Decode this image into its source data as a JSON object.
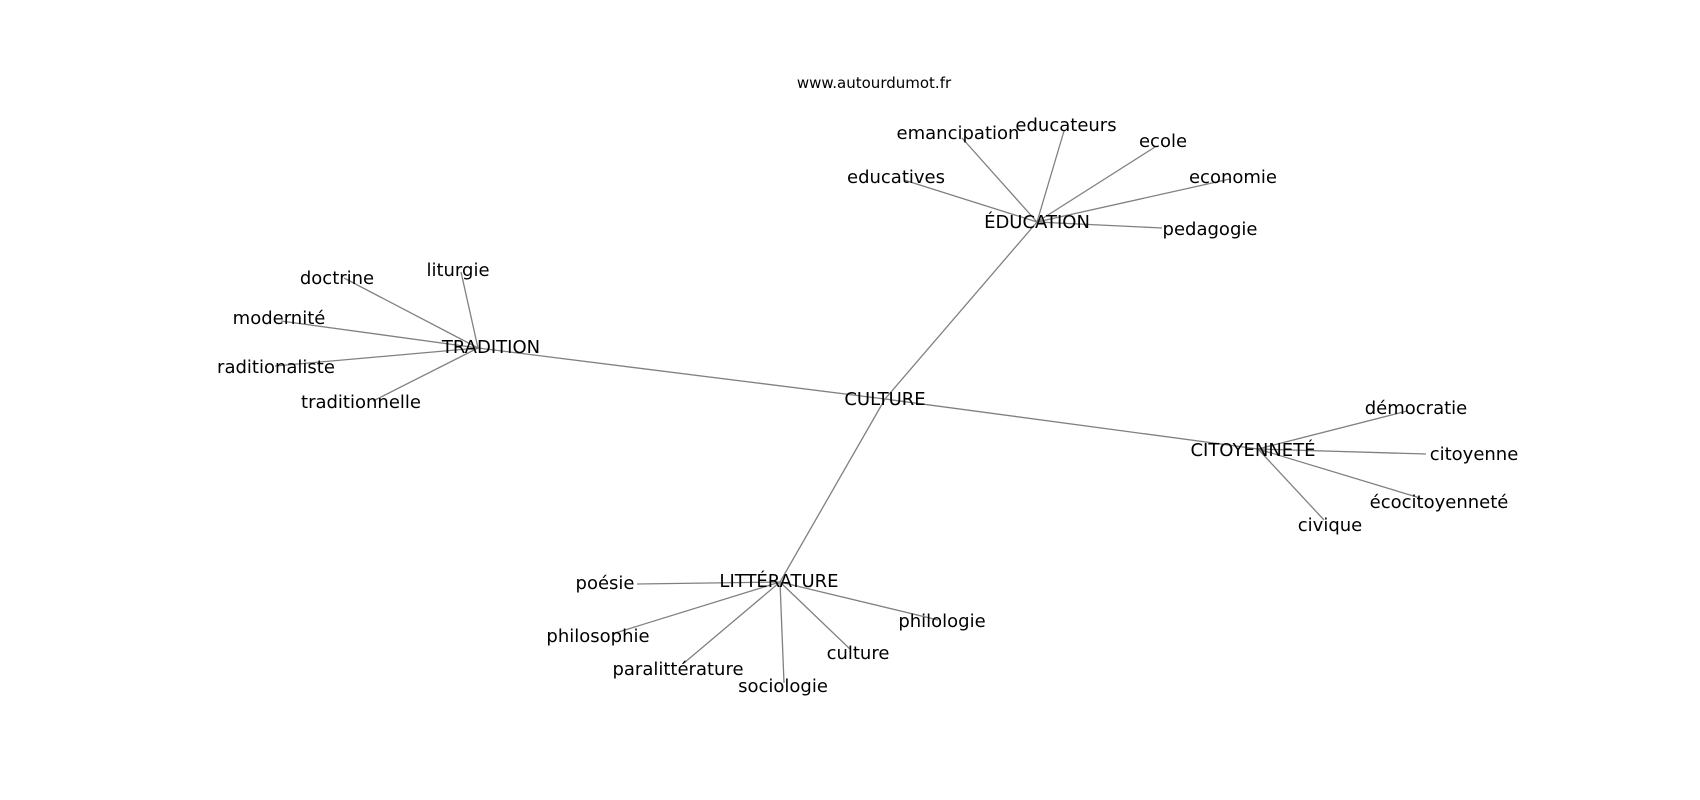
{
  "watermark": "www.autourdumot.fr",
  "diagram": {
    "center": "CULTURE",
    "hubs": [
      {
        "label": "ÉDUCATION",
        "words": [
          "emancipation",
          "educateurs",
          "ecole",
          "educatives",
          "economie",
          "pedagogie"
        ]
      },
      {
        "label": "TRADITION",
        "words": [
          "doctrine",
          "liturgie",
          "modernité",
          "raditionaliste",
          "traditionnelle"
        ]
      },
      {
        "label": "CITOYENNETÉ",
        "words": [
          "démocratie",
          "citoyenne",
          "écocitoyenneté",
          "civique"
        ]
      },
      {
        "label": "LITTÉRATURE",
        "words": [
          "poésie",
          "philosophie",
          "paralittérature",
          "sociologie",
          "culture",
          "philologie"
        ]
      }
    ]
  }
}
